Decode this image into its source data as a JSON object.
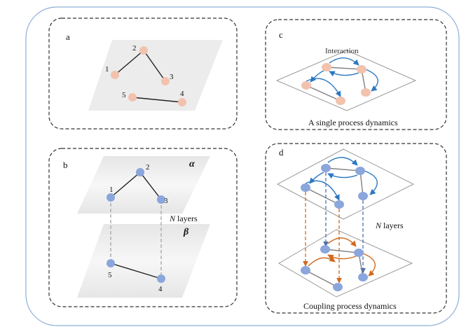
{
  "panels": {
    "a": {
      "label": "a",
      "node_labels": [
        "1",
        "2",
        "3",
        "4",
        "5"
      ]
    },
    "b": {
      "label": "b",
      "node_labels": [
        "1",
        "2",
        "3",
        "4",
        "5"
      ],
      "layer_alpha": "α",
      "layer_beta": "β",
      "layers_symbol": "N",
      "layers_text": " layers"
    },
    "c": {
      "label": "c",
      "interaction": "Interaction",
      "caption": "A single process dynamics"
    },
    "d": {
      "label": "d",
      "layers_symbol": "N",
      "layers_text": " layers",
      "caption": "Coupling process dynamics"
    }
  },
  "colors": {
    "outer_border": "#8eaed6",
    "panel_border": "#333333",
    "plane_fill": "#ececec",
    "node_pink": "#f2c2ae",
    "node_blue": "#8aa6dc",
    "edge": "#222222",
    "edge_gray": "#808080",
    "link_gray": "#aaaaaa",
    "arrow_blue": "#2b78c0",
    "arrow_orange": "#d2691e",
    "dash_blue": "#4a72b0"
  }
}
